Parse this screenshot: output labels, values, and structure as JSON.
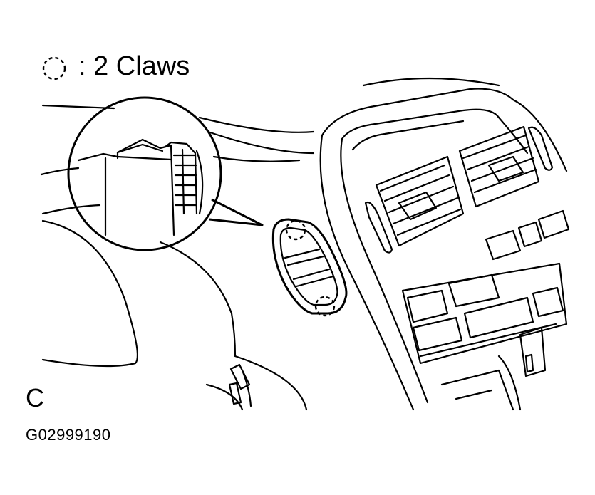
{
  "legend": {
    "text": ": 2 Claws",
    "symbol": "dashed-circle-claw-symbol"
  },
  "view_letter": "C",
  "figure_code": "G02999190",
  "colors": {
    "line": "#000000",
    "background": "#ffffff"
  }
}
